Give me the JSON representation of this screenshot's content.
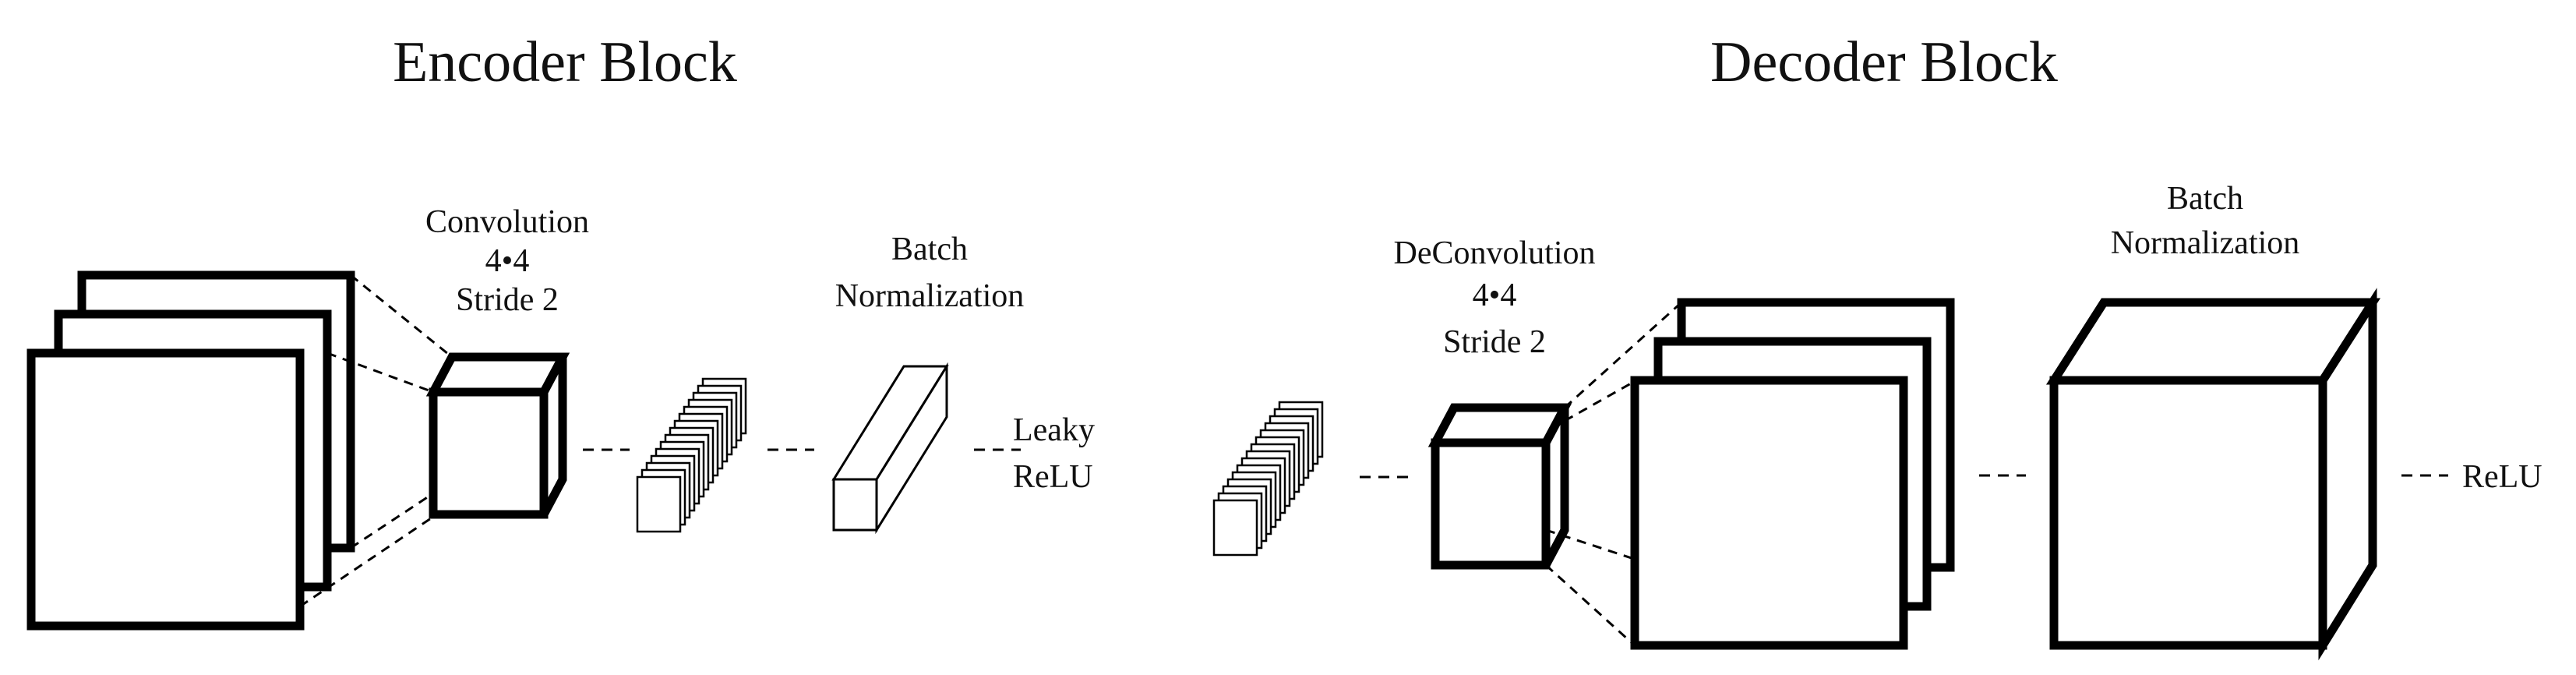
{
  "encoder": {
    "title": "Encoder Block",
    "conv_label": [
      "Convolution",
      "4•4",
      "Stride 2"
    ],
    "bn_label": [
      "Batch",
      "Normalization"
    ],
    "activation_label": [
      "Leaky",
      "ReLU"
    ]
  },
  "decoder": {
    "title": "Decoder Block",
    "deconv_label": [
      "DeConvolution",
      "4•4",
      "Stride 2"
    ],
    "bn_label": [
      "Batch",
      "Normalization"
    ],
    "activation_label": "ReLU"
  }
}
